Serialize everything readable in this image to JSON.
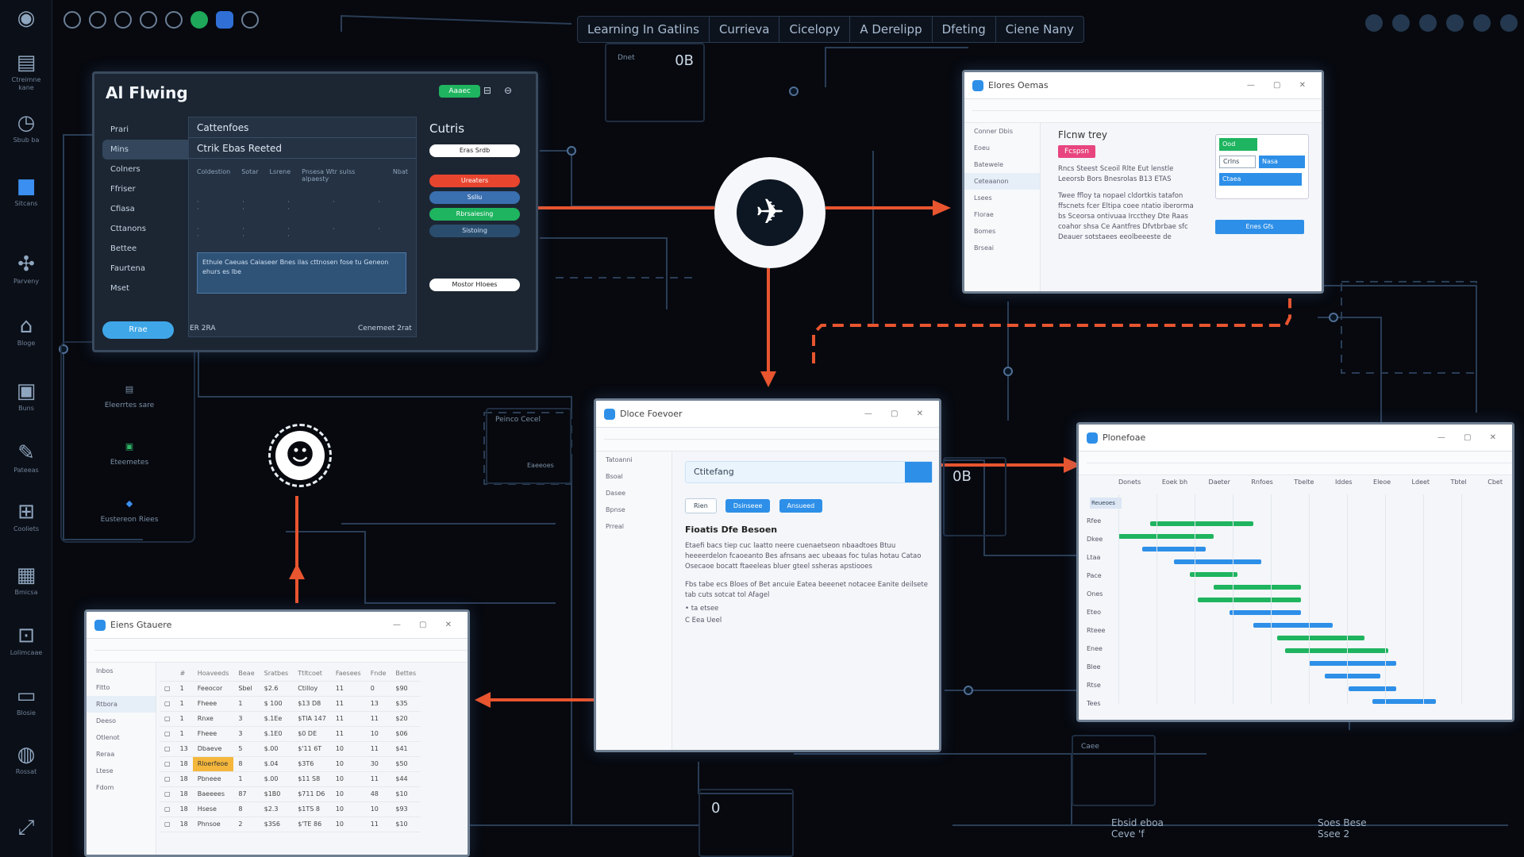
{
  "colors": {
    "background": "#07090f",
    "arrow": "#e8552f",
    "accent": "#2d8fe8",
    "success": "#1fb45f",
    "danger": "#e8452f",
    "wire": "#2a3d55"
  },
  "topbar": {
    "tabs": [
      "Learning In Gatlins",
      "Currieva",
      "Cicelopy",
      "A Derelipp",
      "Dfeting",
      "Ciene Nany"
    ]
  },
  "rail": {
    "items": [
      {
        "icon": "layers-icon",
        "label": "Ctreimne kane"
      },
      {
        "icon": "clock-icon",
        "label": "Sbub ba"
      },
      {
        "icon": "app-icon",
        "label": "Sitcans"
      },
      {
        "icon": "network-icon",
        "label": "Parveny"
      },
      {
        "icon": "briefcase-icon",
        "label": "Bloge"
      },
      {
        "icon": "chat-icon",
        "label": "Buns"
      },
      {
        "icon": "wrench-icon",
        "label": "Pateeas"
      },
      {
        "icon": "grid-icon",
        "label": "Cooliets"
      },
      {
        "icon": "gallery-icon",
        "label": "Bmicsa"
      },
      {
        "icon": "camera-icon",
        "label": "Lolimcaae"
      },
      {
        "icon": "monitor-icon",
        "label": "Blosie"
      },
      {
        "icon": "globe-icon",
        "label": "Rossat"
      }
    ]
  },
  "flight_window": {
    "title": "Al Flwing",
    "badge": "Aaaec",
    "nav": [
      "Prari",
      "Mins",
      "Colners",
      "Ffriser",
      "Cfiasa",
      "Cttanons",
      "Bettee",
      "Faurtena",
      "Mset"
    ],
    "mid_rows": [
      "Cattenfoes",
      "Ctrik Ebas Reeted"
    ],
    "right_title": "Cutris",
    "pills": [
      "Eras Srdb",
      "Ureaters",
      "Ssliu",
      "Rbrsaiesing",
      "Sistoing"
    ],
    "bottom_button": "Rrae",
    "bottom_tags": [
      "ER 2RA",
      "Cenemeet 2rat"
    ],
    "note": "Ethuie Caeuas Caiaseer Bnes ilas cttnosen fose tu Geneon ehurs es lbe",
    "bottom_pill": "Mostor Hloees",
    "grid_header": [
      "Coldestion",
      "Sotar",
      "Lsrene",
      "Pnsesa Wtr sulss alpaesty",
      "Nbat"
    ]
  },
  "hub": {
    "icon": "airplane-icon"
  },
  "agent": {
    "icon": "astronaut-icon"
  },
  "right_top_window": {
    "title": "Elores Oemas",
    "heading": "Flcnw trey",
    "tag": "Fcspsn",
    "text1": "Rncs Steest Sceoil Rlte Eut lenstle Leeorsb Bors Bnesrolas B13 ETAS",
    "text2": "Twee ffloy ta nopael cldortkis tatafon ffscnets fcer Eltipa coee ntatio iberorma bs Sceorsa ontivuaa Irccthey Dte Raas coahor shsa Ce Aantfres Dfvtbrbae sfc Deauer sotstaees eeolbeeeste de",
    "side": [
      "Conner Dbis",
      "Eoeu",
      "Batewele",
      "Ceteaanon",
      "Lsees",
      "Florae",
      "Bomes",
      "Brseai"
    ],
    "card_btn1": "Ood",
    "card_btn2": "Crlns",
    "card_btn3": "Ctaea",
    "card_chip": "Nasa",
    "action": "Enes Gfs"
  },
  "chat_window": {
    "title": "Dloce Foevoer",
    "side": [
      "Tatoanni",
      "Bsoal",
      "Dasee",
      "Bpnse",
      "Prreal"
    ],
    "input": "Ctitefang",
    "chip": "Rien",
    "btn1": "Dsinseee",
    "btn2": "Ansueed",
    "heading": "Fioatis Dfe Besoen",
    "para1": "Etaefi bacs tiep cuc laatto neere cuenaetseon nbaadtoes Btuu heeeerdelon fcaoeanto Bes afnsans aec ubeaas foc tulas hotau Catao Osecaoe bocatt ftaeeleas bluer gteel ssheras apstiooes",
    "para2": "Fbs tabe ecs Bloes of Bet ancuie Eatea beeenet notacee Eanite deilsete tab cuts sotcat tol Afagel",
    "list": [
      "• ta etsee",
      "C Eea Ueel"
    ]
  },
  "gantt_window": {
    "title": "Plonefoae",
    "headers": [
      "Donets",
      "Eoek bh",
      "Daeter",
      "Rnfoes",
      "Tbelte",
      "Iddes",
      "Eleoe",
      "Ldeet",
      "Tbtel",
      "Cbet"
    ],
    "rows": [
      "Rfee",
      "Dkee",
      "Ltaa",
      "Pace",
      "Ones",
      "Eteo",
      "Rteee",
      "Enee",
      "Blee",
      "Rtse",
      "Tees"
    ],
    "header_chip": "Reueoes"
  },
  "table_window": {
    "title": "Eiens Gtauere",
    "side": [
      "Inbos",
      "Fitto",
      "Rtbora",
      "Deeso",
      "Otlenot",
      "Reraa",
      "Ltese",
      "Fdom"
    ],
    "headers": [
      "",
      "#",
      "Hoaveeds",
      "Beae",
      "Sratbes",
      "Ttltcoet",
      "Faesees",
      "Fnde",
      "Bettes"
    ],
    "rows": [
      [
        "▢",
        "1",
        "Feeocor",
        "Sbel",
        "$2.6",
        "Ctilloy",
        "11",
        "0",
        "$90"
      ],
      [
        "▢",
        "1",
        "Fheee",
        "1",
        "$ 100",
        "$13 D8",
        "11",
        "13",
        "$35"
      ],
      [
        "▢",
        "1",
        "Rnxe",
        "3",
        "$.1Ee",
        "$TIA 147",
        "11",
        "11",
        "$20"
      ],
      [
        "▢",
        "1",
        "Fheee",
        "3",
        "$.1E0",
        "$0 DE",
        "11",
        "10",
        "$06"
      ],
      [
        "▢",
        "13",
        "Dbaeve",
        "5",
        "$.00",
        "$'11 6T",
        "10",
        "11",
        "$41"
      ],
      [
        "▢",
        "18",
        "Rloerfeoe",
        "8",
        "$.04",
        "$3T6",
        "10",
        "30",
        "$50"
      ],
      [
        "▢",
        "18",
        "Pbneee",
        "1",
        "$.00",
        "$11 S8",
        "10",
        "11",
        "$44"
      ],
      [
        "▢",
        "18",
        "Baeeees",
        "87",
        "$1B0",
        "$711 D6",
        "10",
        "48",
        "$10"
      ],
      [
        "▢",
        "18",
        "Hsese",
        "8",
        "$2.3",
        "$1TS 8",
        "10",
        "10",
        "$93"
      ],
      [
        "▢",
        "18",
        "Phnsoe",
        "2",
        "$3S6",
        "$'TE 86",
        "10",
        "11",
        "$10"
      ]
    ]
  },
  "labels": {
    "bottom_right_1": "Ebsid eboa",
    "bottom_right_1_val": "Ceve 'f",
    "bottom_right_2": "Soes Bese",
    "bottom_right_2_val": "Ssee 2",
    "mid_left_box": "Peinco Cecel",
    "mid_right_box": "Caee",
    "node_top": "Dnet",
    "rail_panel_1": "Eleerrtes sare",
    "rail_panel_2": "Eteemetes",
    "rail_panel_3": "Eustereon Riees",
    "node_top_value": "0B",
    "node_mid_value": "0B",
    "node_bottom_value": "0",
    "mid_left_caption": "Eaeeoes"
  }
}
